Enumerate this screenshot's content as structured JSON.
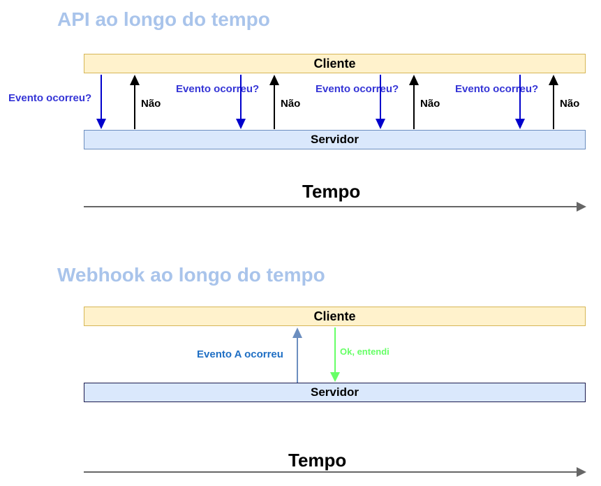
{
  "api": {
    "title": "API ao longo do tempo",
    "cliente": "Cliente",
    "servidor": "Servidor",
    "pergunta": "Evento ocorreu?",
    "resposta": "Não",
    "tempo": "Tempo"
  },
  "webhook": {
    "title": "Webhook ao longo do tempo",
    "cliente": "Cliente",
    "servidor": "Servidor",
    "evento": "Evento A ocorreu",
    "ok": "Ok, entendi",
    "tempo": "Tempo"
  },
  "colors": {
    "title": "#a9c4eb",
    "request_arrow": "#0000cc",
    "response_arrow": "#000000",
    "webhook_event_arrow": "#6c8ebf",
    "webhook_ack_arrow": "#66ff66",
    "timeline": "#666666"
  }
}
